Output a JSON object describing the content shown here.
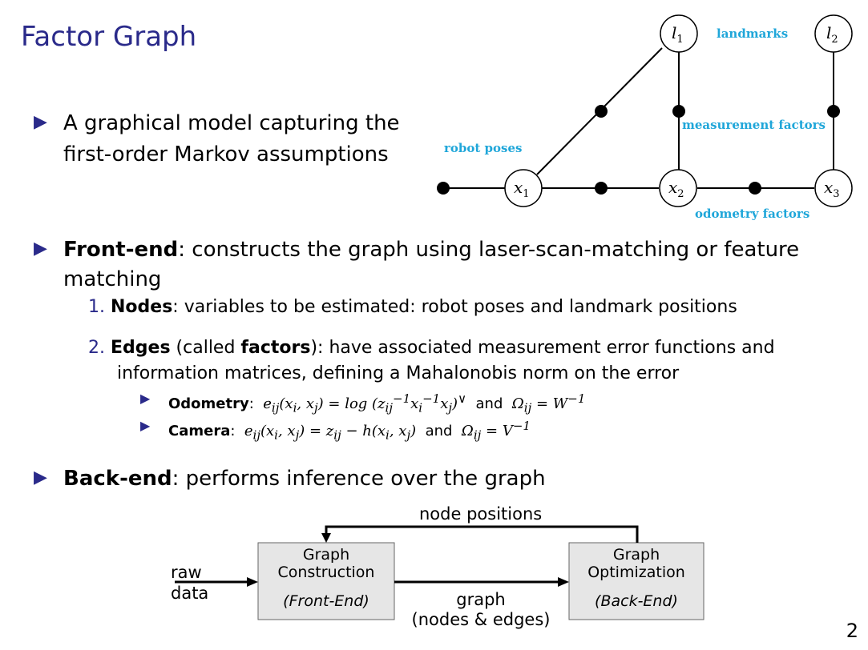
{
  "slide": {
    "title": "Factor Graph",
    "page_number": "2"
  },
  "intro_bullet": {
    "line1": "A graphical model capturing the",
    "line2": "first-order Markov assumptions"
  },
  "graph": {
    "nodes": {
      "l1": "l",
      "l1_sub": "1",
      "l2": "l",
      "l2_sub": "2",
      "x1": "x",
      "x1_sub": "1",
      "x2": "x",
      "x2_sub": "2",
      "x3": "x",
      "x3_sub": "3"
    },
    "labels": {
      "landmarks": "landmarks",
      "measurement_factors": "measurement factors",
      "robot_poses": "robot poses",
      "odometry_factors": "odometry factors"
    },
    "label_color": "#1fa6d9"
  },
  "frontend": {
    "heading": "Front-end",
    "text_line1": ": constructs the graph using laser-scan-matching or feature",
    "text_line2": "matching",
    "items": [
      {
        "num": "1.",
        "heading": "Nodes",
        "text": ": variables to be estimated: robot poses and landmark positions"
      },
      {
        "num": "2.",
        "heading": "Edges",
        "text_a": " (called ",
        "heading2": "factors",
        "text_b": "): have associated measurement error functions and",
        "text_line2": "information matrices, defining a Mahalonobis norm on the error"
      }
    ],
    "subitems": [
      {
        "heading": "Odometry",
        "colon": ":",
        "formula_html": "e<sub>ij</sub>(x<sub>i</sub>, x<sub>j</sub>) = log (z<sub>ij</sub><sup>−1</sup>x<sub>i</sub><sup>−1</sup>x<sub>j</sub>)<sup>∨</sup>",
        "and": "and",
        "omega_html": "Ω<sub>ij</sub> = W<sup>−1</sup>"
      },
      {
        "heading": "Camera",
        "colon": ":",
        "formula_html": "e<sub>ij</sub>(x<sub>i</sub>, x<sub>j</sub>) = z<sub>ij</sub> − h(x<sub>i</sub>, x<sub>j</sub>)",
        "and": "and",
        "omega_html": "Ω<sub>ij</sub> = V<sup>−1</sup>"
      }
    ]
  },
  "backend": {
    "heading": "Back-end",
    "text": ": performs inference over the graph"
  },
  "pipeline": {
    "node_positions": "node positions",
    "raw": "raw",
    "data": "data",
    "box1_line1": "Graph",
    "box1_line2": "Construction",
    "box1_line3": "(Front-End)",
    "box2_line1": "Graph",
    "box2_line2": "Optimization",
    "box2_line3": "(Back-End)",
    "graph_label": "graph",
    "graph_sublabel": "(nodes & edges)",
    "box_fill": "#e6e6e6"
  },
  "colors": {
    "title": "#2a2a8a",
    "bullet": "#2a2a8a"
  }
}
